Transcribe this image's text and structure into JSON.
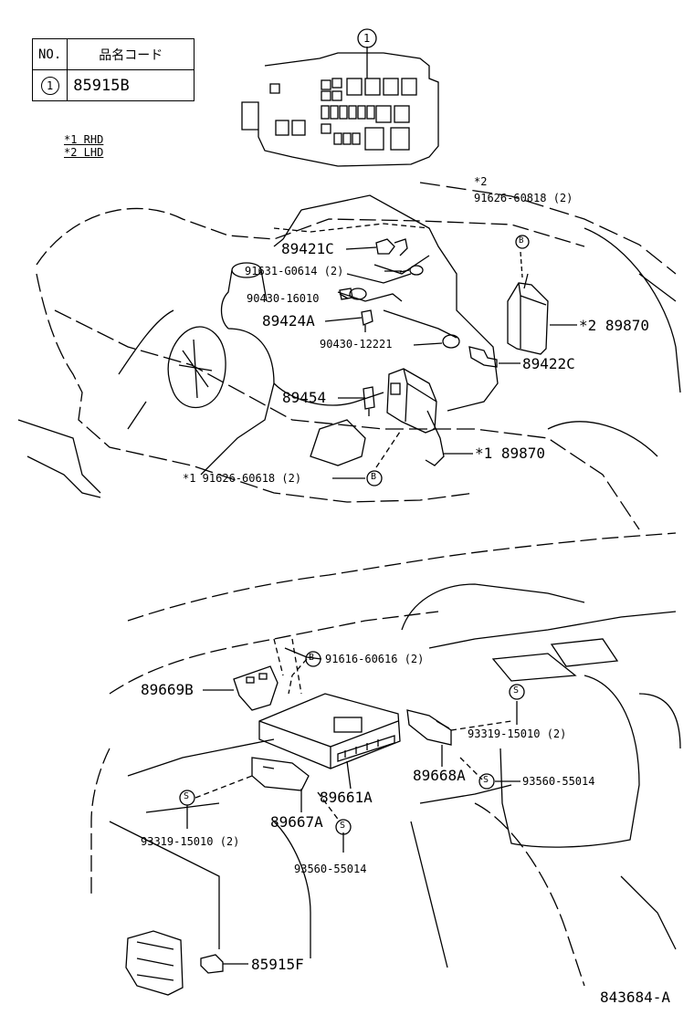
{
  "table": {
    "header_no": "NO.",
    "header_code": "品名コード",
    "row1_no": "1",
    "row1_code": "85915B"
  },
  "legend": {
    "rhd": "*1 RHD",
    "lhd": "*2 LHD"
  },
  "callout_1": "1",
  "upper_parts": {
    "p89421c": "89421C",
    "p91631": "91631-G0614 (2)",
    "p90430_16010": "90430-16010",
    "p89424a": "89424A",
    "p90430_12221": "90430-12221",
    "p89454": "89454",
    "lhd_mark": "*2",
    "p91626_60818": "91626-60818 (2)",
    "p89870_lhd": "*2 89870",
    "p89422c": "89422C",
    "p89870_rhd": "*1 89870",
    "p91626_60618": "*1  91626-60618 (2)",
    "bolt_b": "B"
  },
  "lower_parts": {
    "p91616": "91616-60616 (2)",
    "p89669b": "89669B",
    "p93319_right": "93319-15010 (2)",
    "p89668a": "89668A",
    "p93560_right": "93560-55014",
    "p89661a": "89661A",
    "p89667a": "89667A",
    "p93319_left": "93319-15010 (2)",
    "p93560_left": "93560-55014",
    "p85915f": "85915F",
    "screw_s": "S"
  },
  "figure_code": "843684-A"
}
